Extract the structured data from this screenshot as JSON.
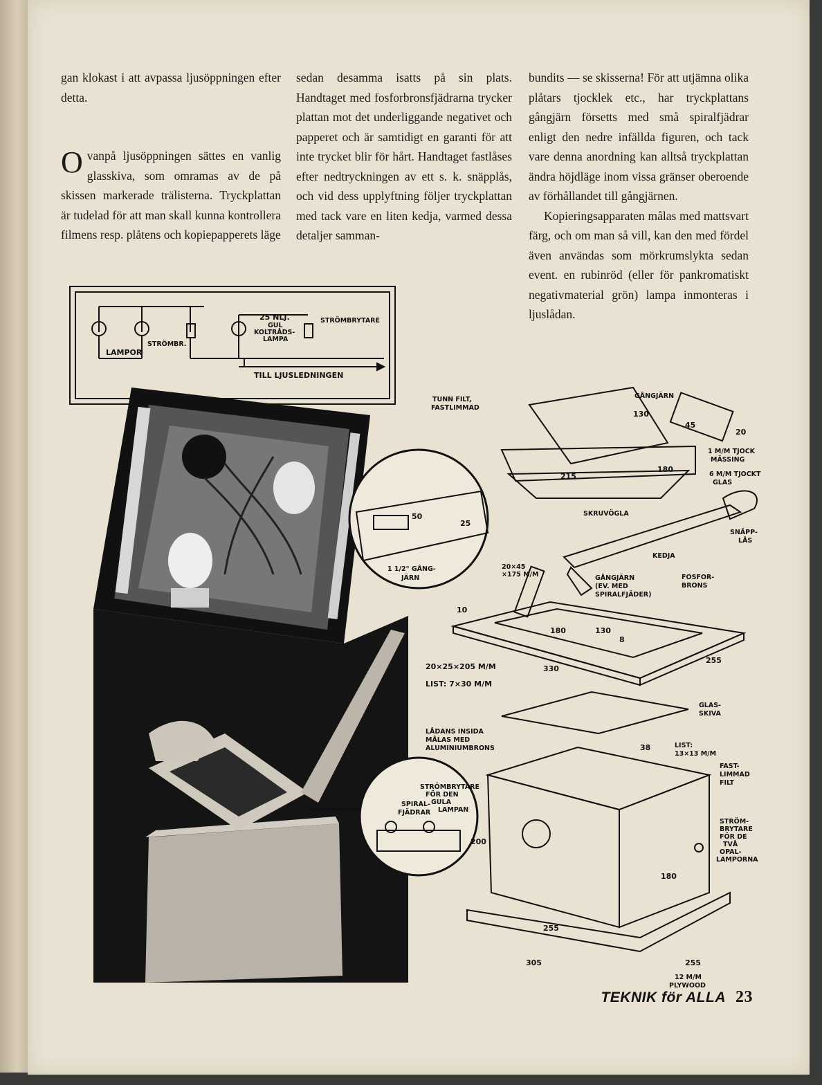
{
  "article": {
    "col1": {
      "p1": "gan klokast i att avpassa ljusöppningen efter detta.",
      "p2_dropcap": "O",
      "p2": "vanpå ljusöppningen sättes en vanlig glasskiva, som omramas av de på skissen markerade trälisterna. Tryckplattan är tudelad för att man skall kunna kontrollera filmens resp. plåtens och kopiepapperets läge"
    },
    "col2": {
      "p1": "sedan desamma isatts på sin plats. Handtaget med fosforbronsfjädrarna trycker plattan mot det underliggande negativet och papperet och är samtidigt en garanti för att inte trycket blir för hårt. Handtaget fastlåses efter nedtryckningen av ett s. k. snäpplås, och vid dess upplyftning följer tryckplattan med tack vare en liten kedja, varmed dessa detaljer samman-"
    },
    "col3": {
      "p1": "bundits — se skisserna! För att utjämna olika plåtars tjocklek etc., har tryckplattans gångjärn försetts med små spiralfjädrar enligt den nedre infällda figuren, och tack vare denna anordning kan alltså tryckplattan ändra höjdläge inom vissa gränser oberoende av förhållandet till gångjärnen.",
      "p2": "Kopieringsapparaten målas med mattsvart färg, och om man så vill, kan den med fördel även användas som mörkrumslykta sedan event. en rubinröd (eller för pankromatiskt negativmaterial grön) lampa inmonteras i ljuslådan."
    }
  },
  "schematic": {
    "lampor": "LAMPOR",
    "strombr": "STRÖMBR.",
    "lamp25_line1": "25 NLJ.",
    "lamp25_line2": "GUL",
    "lamp25_line3": "KOLTRÅDS-",
    "lamp25_line4": "LAMPA",
    "strombrytare": "STRÖMBRYTARE",
    "till": "TILL LJUSLEDNINGEN"
  },
  "drawing_labels": {
    "tunn_filt": "TUNN FILT,",
    "fastlimmad": "FASTLIMMAD",
    "gangjarn": "GÅNGJÄRN",
    "d130": "130",
    "d45": "45",
    "d20": "20",
    "massing1": "1 M/M TJOCK",
    "massing2": "MÄSSING",
    "d215": "215",
    "d180a": "180",
    "glas1": "6 M/M TJOCKT",
    "glas2": "GLAS",
    "skruvogla": "SKRUVÖGLA",
    "snapplas1": "SNÄPP-",
    "snapplas2": "LÅS",
    "kedja": "KEDJA",
    "gj_ev1": "GÅNGJÄRN",
    "gj_ev2": "(EV. MED",
    "gj_ev3": "SPIRALFJÄDER)",
    "fosfor1": "FOSFOR-",
    "fosfor2": "BRONS",
    "d50": "50",
    "d25": "25",
    "hinge1": "1 1/2\" GÅNG-",
    "hinge2": "JÄRN",
    "d20x45": "20×45",
    "d175": "×175 M/M",
    "d10": "10",
    "d180b": "180",
    "d130b": "130",
    "d8": "8",
    "d20x25": "20×25×205 M/M",
    "d330": "330",
    "d255a": "255",
    "list1": "LIST: 7×30 M/M",
    "glasskiva1": "GLAS-",
    "glasskiva2": "SKIVA",
    "ladans1": "LÅDANS INSIDA",
    "ladans2": "MÅLAS MED",
    "ladans3": "ALUMINIUMBRONS",
    "d38": "38",
    "list2a": "LIST:",
    "list2b": "13×13 M/M",
    "fast1": "FAST-",
    "fast2": "LIMMAD",
    "fast3": "FILT",
    "sb_gula1": "STRÖMBRYTARE",
    "sb_gula2": "FÖR DEN",
    "sb_gula3": "GULA",
    "sb_gula4": "LAMPAN",
    "spiral1": "SPIRAL-",
    "spiral2": "FJÄDRAR",
    "d200": "200",
    "sb_opal1": "STRÖM-",
    "sb_opal2": "BRYTARE",
    "sb_opal3": "FÖR DE",
    "sb_opal4": "TVÅ",
    "sb_opal5": "OPAL-",
    "sb_opal6": "LAMPORNA",
    "d180c": "180",
    "d255b": "255",
    "d305": "305",
    "d255c": "255",
    "plywood1": "12 M/M",
    "plywood2": "PLYWOOD"
  },
  "footer": {
    "magazine": "TEKNIK för ALLA",
    "page_number": "23"
  }
}
